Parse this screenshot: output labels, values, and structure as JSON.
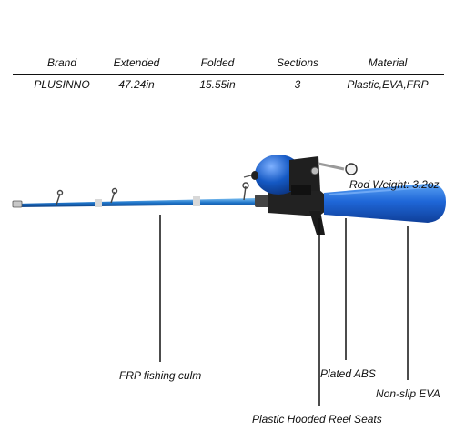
{
  "spec_table": {
    "headers": [
      "Brand",
      "Extended",
      "Folded",
      "Sections",
      "Material"
    ],
    "row": [
      "PLUSINNO",
      "47.24in",
      "15.55in",
      "3",
      "Plastic,EVA,FRP"
    ]
  },
  "callouts": {
    "rod_weight": "Rod Weight: 3.2oz",
    "fishing_culm": "FRP fishing culm",
    "plated_abs": "Plated ABS",
    "non_slip_eva": "Non-slip EVA",
    "reel_seats": "Plastic Hooded Reel Seats"
  },
  "colors": {
    "rod_blue": "#1e74c9",
    "handle_blue": "#1f67d8",
    "reel_blue": "#1559c4",
    "black": "#111111"
  }
}
